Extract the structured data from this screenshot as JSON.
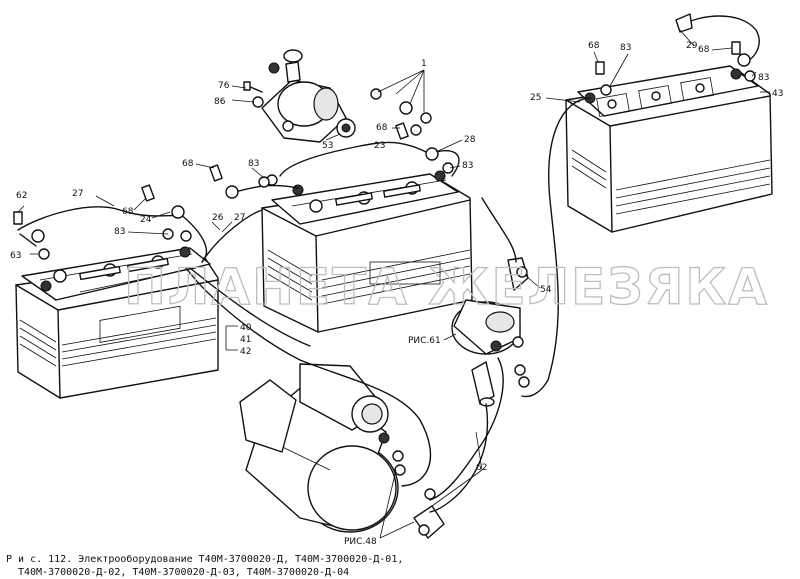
{
  "labels": {
    "l1": "1",
    "l76": "76",
    "l86": "86",
    "l53": "53",
    "l23": "23",
    "l68a": "68",
    "l28": "28",
    "l83a": "83",
    "l68b": "68",
    "l83b": "83",
    "l27a": "27",
    "l62a": "62",
    "l68c": "68",
    "l24": "24",
    "l26": "26",
    "l27b": "27",
    "l83c": "83",
    "l63": "63",
    "l68d": "68",
    "l83d": "83",
    "l29": "29",
    "l68e": "68",
    "l83e": "83",
    "l25": "25",
    "l43": "43",
    "l54": "54",
    "l40": "40",
    "l41": "41",
    "l42": "42",
    "ris61": "РИС.61",
    "l62b": "62",
    "ris48": "РИС.48"
  },
  "watermark": "ПЛАНЕТА ЖЕЛЕЗЯКА",
  "caption": {
    "line1": "Р и с. 112. Электрооборудование Т40М-3700020-Д, Т40М-3700020-Д-01,",
    "line2": "Т40М-3700020-Д-02, Т40М-3700020-Д-03, Т40М-3700020-Д-04"
  }
}
